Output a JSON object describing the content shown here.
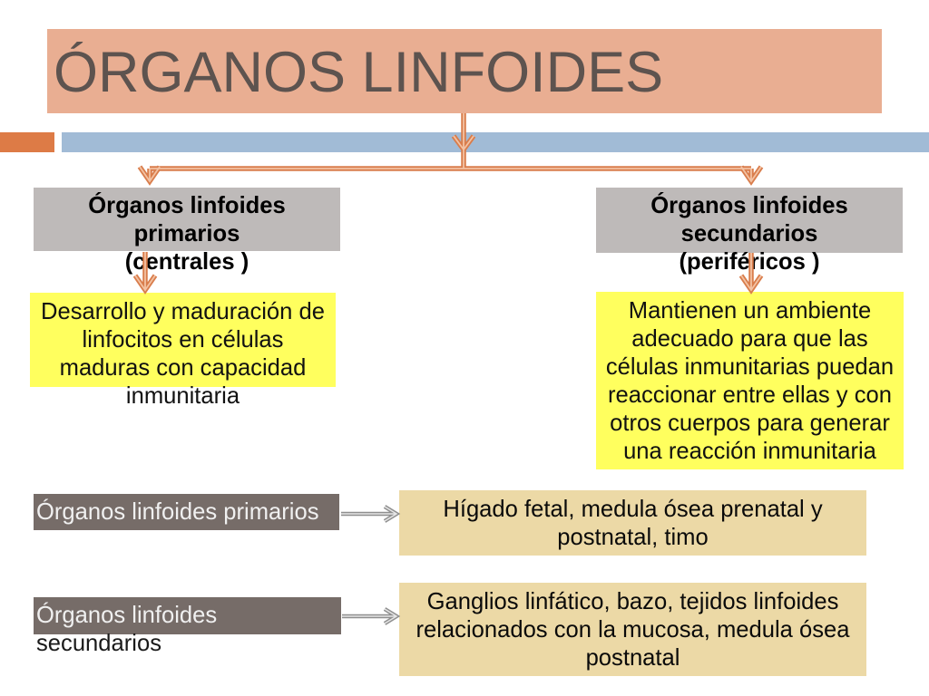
{
  "title": "ÓRGANOS LINFOIDES",
  "diagram": {
    "primary": {
      "heading_lines": [
        "Órganos linfoides",
        "primarios",
        "(centrales )"
      ],
      "description_lines": [
        "Desarrollo y maduración de",
        "linfocitos en células",
        "maduras con capacidad",
        "inmunitaria"
      ]
    },
    "secondary": {
      "heading_lines": [
        "Órganos linfoides",
        "secundarios",
        "(periféricos )"
      ],
      "description_lines": [
        "Mantienen un ambiente",
        "adecuado para que las",
        "células inmunitarias puedan",
        "reaccionar entre ellas y con",
        "otros cuerpos para generar",
        "una reacción inmunitaria"
      ]
    }
  },
  "examples": [
    {
      "label_lines": [
        "Órganos linfoides primarios"
      ],
      "detail_lines": [
        "Hígado fetal, medula ósea prenatal y",
        "postnatal, timo"
      ]
    },
    {
      "label_lines": [
        "Órganos linfoides",
        "secundarios"
      ],
      "detail_lines": [
        "Ganglios linfático, bazo, tejidos linfoides",
        "relacionados con la mucosa, medula ósea",
        "postnatal"
      ]
    }
  ],
  "colors": {
    "title_fill": "#e9ae92",
    "title_text": "#5d534f",
    "accent_orange": "#dd7b46",
    "accent_blue": "#a1bbd6",
    "connector": "#d97d4c",
    "connector_core": "#f3c2a3",
    "heading_fill": "#bebab9",
    "description_fill": "#ffff5e",
    "label_fill": "#766c68",
    "detail_fill": "#ecd9a6",
    "link_arrow": "#8f8f8f",
    "link_arrow_core": "#e6e6e6"
  }
}
